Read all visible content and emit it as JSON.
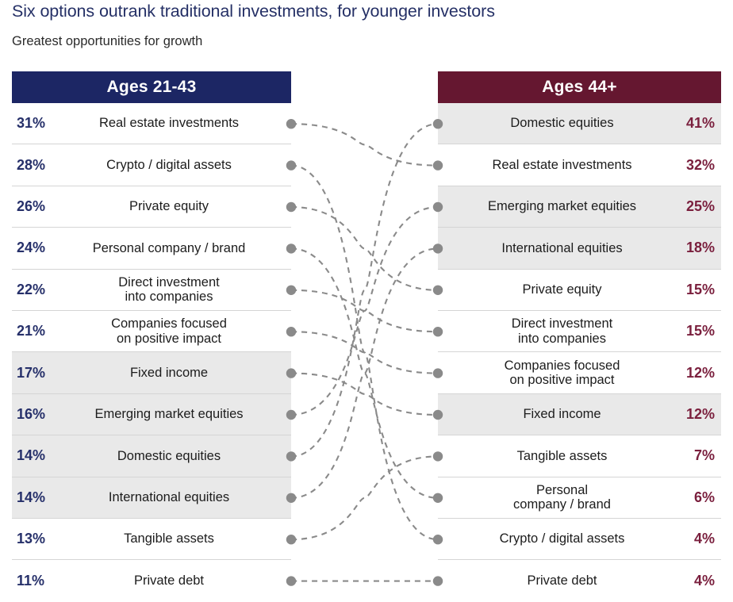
{
  "title": "Six options outrank traditional investments, for younger investors",
  "subtitle": "Greatest opportunities for growth",
  "colors": {
    "title": "#253066",
    "left_header_bg": "#1c2664",
    "right_header_bg": "#651730",
    "left_pct": "#26306a",
    "right_pct": "#7a1f3d",
    "row_shaded": "#e9e9e9",
    "connector": "#8a8a8a"
  },
  "columns": {
    "left": {
      "header": "Ages 21-43",
      "rows": [
        {
          "pct": "31%",
          "label": "Real estate investments",
          "shaded": false
        },
        {
          "pct": "28%",
          "label": "Crypto / digital assets",
          "shaded": false
        },
        {
          "pct": "26%",
          "label": "Private equity",
          "shaded": false
        },
        {
          "pct": "24%",
          "label": "Personal company / brand",
          "shaded": false
        },
        {
          "pct": "22%",
          "label": "Direct investment\ninto companies",
          "shaded": false
        },
        {
          "pct": "21%",
          "label": "Companies focused\non positive impact",
          "shaded": false
        },
        {
          "pct": "17%",
          "label": "Fixed income",
          "shaded": true
        },
        {
          "pct": "16%",
          "label": "Emerging market equities",
          "shaded": true
        },
        {
          "pct": "14%",
          "label": "Domestic equities",
          "shaded": true
        },
        {
          "pct": "14%",
          "label": "International equities",
          "shaded": true
        },
        {
          "pct": "13%",
          "label": "Tangible assets",
          "shaded": false
        },
        {
          "pct": "11%",
          "label": "Private debt",
          "shaded": false
        }
      ]
    },
    "right": {
      "header": "Ages 44+",
      "rows": [
        {
          "pct": "41%",
          "label": "Domestic equities",
          "shaded": true
        },
        {
          "pct": "32%",
          "label": "Real estate investments",
          "shaded": false
        },
        {
          "pct": "25%",
          "label": "Emerging market equities",
          "shaded": true
        },
        {
          "pct": "18%",
          "label": "International equities",
          "shaded": true
        },
        {
          "pct": "15%",
          "label": "Private equity",
          "shaded": false
        },
        {
          "pct": "15%",
          "label": "Direct investment\ninto companies",
          "shaded": false
        },
        {
          "pct": "12%",
          "label": "Companies focused\non positive impact",
          "shaded": false
        },
        {
          "pct": "12%",
          "label": "Fixed income",
          "shaded": true
        },
        {
          "pct": "7%",
          "label": "Tangible assets",
          "shaded": false
        },
        {
          "pct": "6%",
          "label": "Personal\ncompany / brand",
          "shaded": false
        },
        {
          "pct": "4%",
          "label": "Crypto / digital assets",
          "shaded": false
        },
        {
          "pct": "4%",
          "label": "Private debt",
          "shaded": false
        }
      ]
    }
  },
  "chart_data": {
    "type": "table",
    "title": "Six options outrank traditional investments, for younger investors",
    "subtitle": "Greatest opportunities for growth",
    "columns": [
      "Ages 21-43",
      "Ages 44+"
    ],
    "series": [
      {
        "name": "Ages 21-43",
        "categories": [
          "Real estate investments",
          "Crypto / digital assets",
          "Private equity",
          "Personal company / brand",
          "Direct investment into companies",
          "Companies focused on positive impact",
          "Fixed income",
          "Emerging market equities",
          "Domestic equities",
          "International equities",
          "Tangible assets",
          "Private debt"
        ],
        "values": [
          31,
          28,
          26,
          24,
          22,
          21,
          17,
          16,
          14,
          14,
          13,
          11
        ],
        "unit": "%"
      },
      {
        "name": "Ages 44+",
        "categories": [
          "Domestic equities",
          "Real estate investments",
          "Emerging market equities",
          "International equities",
          "Private equity",
          "Direct investment into companies",
          "Companies focused on positive impact",
          "Fixed income",
          "Tangible assets",
          "Personal company / brand",
          "Crypto / digital assets",
          "Private debt"
        ],
        "values": [
          41,
          32,
          25,
          18,
          15,
          15,
          12,
          12,
          7,
          6,
          4,
          4
        ],
        "unit": "%"
      }
    ],
    "links": [
      {
        "left_rank": 1,
        "right_rank": 2
      },
      {
        "left_rank": 2,
        "right_rank": 11
      },
      {
        "left_rank": 3,
        "right_rank": 5
      },
      {
        "left_rank": 4,
        "right_rank": 10
      },
      {
        "left_rank": 5,
        "right_rank": 6
      },
      {
        "left_rank": 6,
        "right_rank": 7
      },
      {
        "left_rank": 7,
        "right_rank": 8
      },
      {
        "left_rank": 8,
        "right_rank": 3
      },
      {
        "left_rank": 9,
        "right_rank": 1
      },
      {
        "left_rank": 10,
        "right_rank": 4
      },
      {
        "left_rank": 11,
        "right_rank": 9
      },
      {
        "left_rank": 12,
        "right_rank": 12
      }
    ]
  }
}
